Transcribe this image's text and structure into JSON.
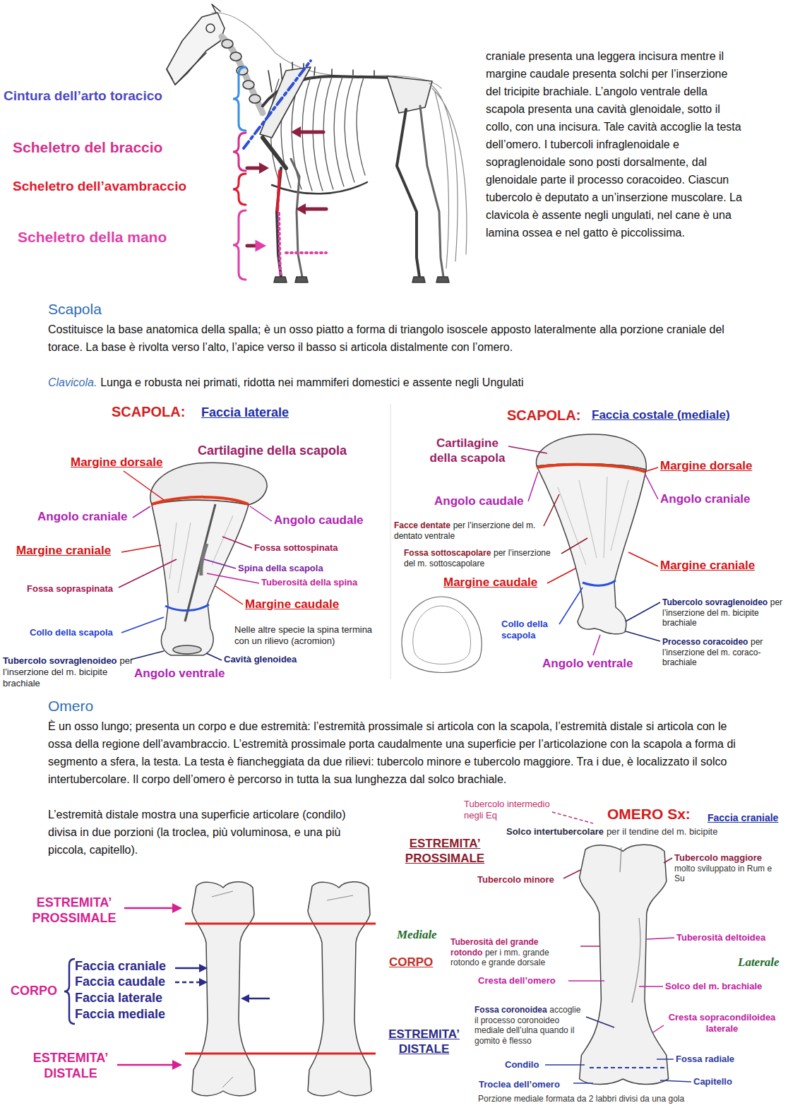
{
  "diagram": {
    "labels": [
      "Cintura dell’arto toracico",
      "Scheletro del braccio",
      "Scheletro dell’avambraccio",
      "Scheletro della mano",
      "craniale presenta una leggera incisura mentre il margine caudale presenta solchi per l’inserzione del tricipite brachiale. L’angolo ventrale della scapola presenta una cavità glenoidale, sotto il collo, con una incisura. Tale cavità accoglie la testa dell’omero. I tubercoli infraglenoidale e sopraglenoidale sono posti dorsalmente, dal glenoidale parte il processo coracoideo. Ciascun tubercolo è deputato a un’inserzione muscolare. La clavicola è assente negli ungulati, nel cane è una lamina ossea e nel gatto è piccolissima.",
      "Scapola",
      "Costituisce la base anatomica della spalla; è un osso piatto a forma di triangolo isoscele apposto lateralmente alla porzione craniale del torace. La base è rivolta verso l’alto, l’apice verso il basso si articola distalmente con l’omero.",
      "Clavicola.",
      "Lunga e robusta nei primati, ridotta nei mammiferi domestici e assente negli Ungulati",
      "SCAPOLA:",
      "Faccia laterale",
      "Cartilagine della scapola",
      "Margine dorsale",
      "Angolo craniale",
      "Angolo caudale",
      "Margine craniale",
      "Fossa sottospinata",
      "Spina della scapola",
      "Tuberosità della spina",
      "Fossa sopraspinata",
      "Margine caudale",
      "Collo della scapola",
      "Nelle altre specie la spina termina con un rilievo (acromion)",
      "Tubercolo sovraglenoideo",
      "per l’inserzione del m. bicipite brachiale",
      "Cavità glenoidea",
      "Angolo ventrale",
      "SCAPOLA:",
      "Faccia costale (mediale)",
      "Cartilagine della scapola",
      "Margine dorsale",
      "Angolo caudale",
      "Angolo craniale",
      "Facce dentate",
      "per l’inserzione del m. dentato ventrale",
      "Fossa sottoscapolare",
      "per l’inserzione del m. sottoscapolare",
      "Margine caudale",
      "Margine craniale",
      "Tubercolo sovraglenoideo",
      "per l’inserzione del m. bicipite brachiale",
      "Collo della scapola",
      "Processo coracoideo",
      "per l’inserzione del m. coraco-brachiale",
      "Angolo ventrale",
      "Omero",
      "È un osso lungo; presenta un corpo e due estremità: l’estremità prossimale si articola con la scapola, l’estremità distale si articola con le ossa della regione dell’avambraccio. L’estremità prossimale porta caudalmente una superficie per l’articolazione con la scapola a forma di segmento a sfera, la testa. La testa è fiancheggiata da due rilievi: tubercolo minore e tubercolo maggiore. Tra i due, è localizzato il solco intertubercolare. Il corpo dell’omero è percorso in tutta la sua lunghezza dal solco brachiale.",
      "L’estremità distale mostra una superficie articolare (condilo) divisa in due porzioni (la troclea, più voluminosa, e una più piccola, capitello).",
      "ESTREMITA’ PROSSIMALE",
      "Faccia craniale",
      "Faccia caudale",
      "Faccia laterale",
      "Faccia mediale",
      "CORPO",
      "ESTREMITA’ DISTALE",
      "Tubercolo intermedio negli Eq",
      "OMERO Sx:",
      "Faccia craniale",
      "Solco intertubercolare",
      "per il tendine del m. bicipite",
      "ESTREMITA’ PROSSIMALE",
      "Tubercolo minore",
      "Tubercolo maggiore",
      "molto sviluppato in Rum e Su",
      "Tuberosità deltoidea",
      "Mediale",
      "Laterale",
      "CORPO",
      "Tuberosità del grande rotondo",
      "per i mm. grande rotondo e grande dorsale",
      "Cresta dell’omero",
      "Solco del m. brachiale",
      "Fossa coronoidea",
      "accoglie il processo coronoideo mediale dell’ulna quando il gomito è flesso",
      "Cresta sopracondiloidea laterale",
      "ESTREMITA’ DISTALE",
      "Condilo",
      "Fossa radiale",
      "Troclea dell’omero",
      "Capitello",
      "Porzione mediale formata da 2 labbri divisi da una gola"
    ]
  }
}
